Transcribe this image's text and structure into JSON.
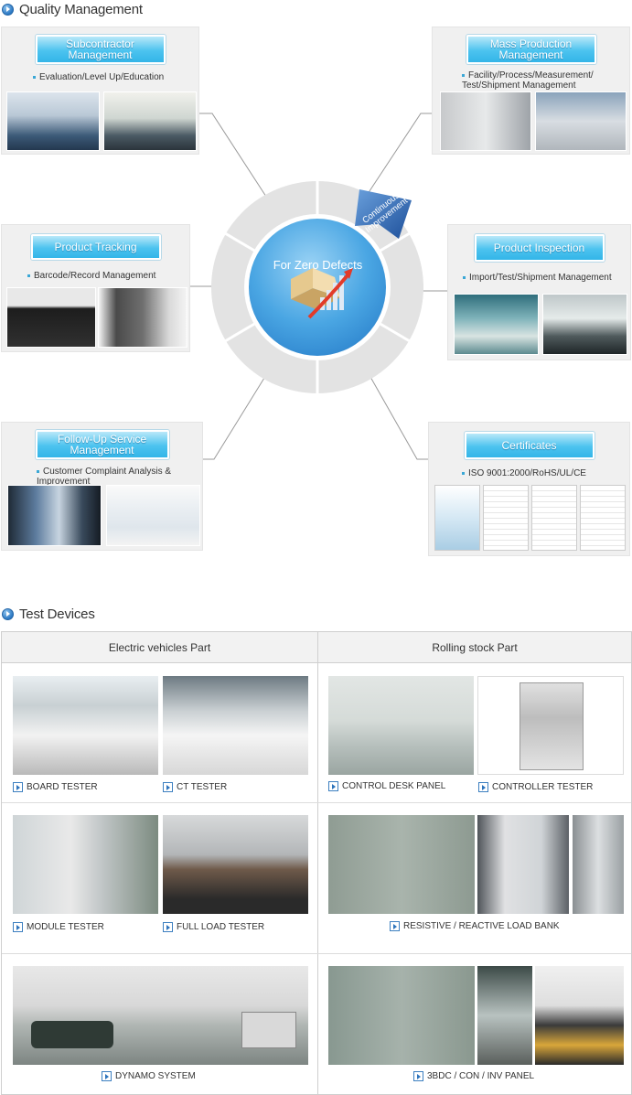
{
  "quality": {
    "title": "Quality Management",
    "center": "For Zero Defects",
    "ribbon": "Continuous Improvement",
    "boxes": {
      "subcontractor": {
        "title": "Subcontractor Management",
        "sub": "Evaluation/Level Up/Education"
      },
      "mass": {
        "title": "Mass Production Management",
        "sub": "Facility/Process/Measurement/ Test/Shipment Management"
      },
      "tracking": {
        "title": "Product Tracking",
        "sub": "Barcode/Record Management"
      },
      "inspection": {
        "title": "Product Inspection",
        "sub": "Import/Test/Shipment Management"
      },
      "followup": {
        "title": "Follow-Up Service Management",
        "sub": "Customer Complaint Analysis & Improvement"
      },
      "certificates": {
        "title": "Certificates",
        "sub": "ISO 9001:2000/RoHS/UL/CE"
      }
    }
  },
  "test": {
    "title": "Test Devices",
    "headers": [
      "Electric vehicles Part",
      "Rolling stock Part"
    ],
    "captions": {
      "board": "BOARD TESTER",
      "ct": "CT TESTER",
      "control_desk": "CONTROL DESK PANEL",
      "controller": "CONTROLLER TESTER",
      "module": "MODULE TESTER",
      "full_load": "FULL LOAD TESTER",
      "resistive": "RESISTIVE / REACTIVE LOAD BANK",
      "dynamo": "DYNAMO SYSTEM",
      "panel": "3BDC / CON / INV PANEL"
    }
  },
  "colors": {
    "accent": "#33b5e8",
    "bullet": "#2c79c4"
  }
}
